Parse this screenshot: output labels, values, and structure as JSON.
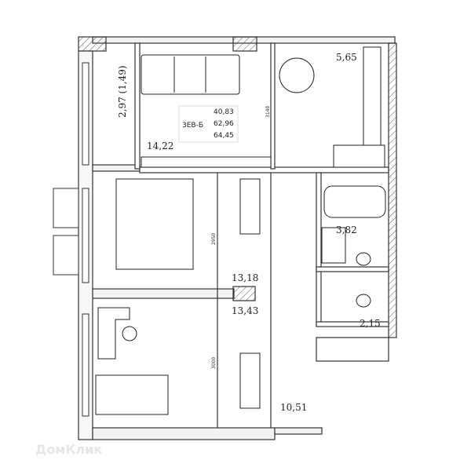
{
  "plan": {
    "apartment_type": "3ЕВ-Б",
    "areas": {
      "living": "40,83",
      "total": "62,96",
      "total_with_loggia": "64,45"
    },
    "rooms": {
      "loggia": "2,97 (1,49)",
      "living_room": "14,22",
      "kitchen": "5,65",
      "bedroom": "13,18",
      "bathroom": "3,82",
      "kids_room": "13,43",
      "toilet": "2,15",
      "hall": "10,51"
    },
    "dimensions": {
      "living_height": "3140",
      "bedroom_height": "2950",
      "kids_height": "3000"
    }
  },
  "watermark": "ДомКлик"
}
